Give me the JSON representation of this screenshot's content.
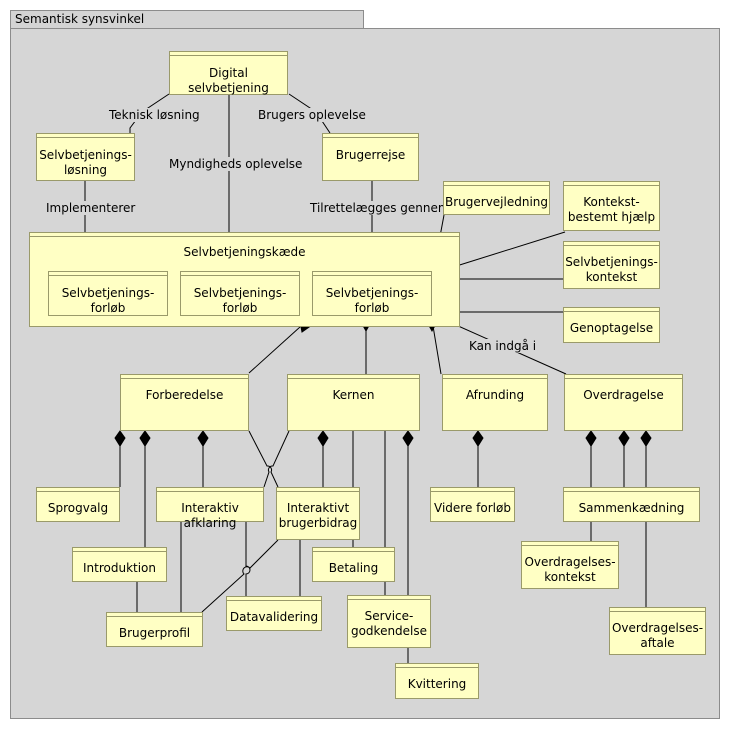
{
  "frame": {
    "title": "Semantisk synsvinkel"
  },
  "nodes": {
    "digital": "Digital selvbetjening",
    "losning": "Selvbetjenings-\nløsning",
    "brugerrejse": "Brugerrejse",
    "kaede": "Selvbetjeningskæde",
    "forlob1": "Selvbetjenings-\nforløb",
    "forlob2": "Selvbetjenings-\nforløb",
    "forlob3": "Selvbetjenings-\nforløb",
    "brugervejledning": "Brugervejledning",
    "kontekst_hjaelp": "Kontekst-\nbestemt hjælp",
    "selv_kontekst": "Selvbetjenings-\nkontekst",
    "genoptagelse": "Genoptagelse",
    "forberedelse": "Forberedelse",
    "kernen": "Kernen",
    "afrunding": "Afrunding",
    "overdragelse": "Overdragelse",
    "sprogvalg": "Sprogvalg",
    "interaktiv_afklaring": "Interaktiv afklaring",
    "interaktivt_bidrag": "Interaktivt\nbrugerbidrag",
    "videre_forlob": "Videre forløb",
    "sammenkaedning": "Sammenkædning",
    "introduktion": "Introduktion",
    "betaling": "Betaling",
    "overdragelses_kontekst": "Overdragelses-\nkontekst",
    "brugerprofil": "Brugerprofil",
    "datavalidering": "Datavalidering",
    "service_godkendelse": "Service-\ngodkendelse",
    "overdragelses_aftale": "Overdragelses-\naftale",
    "kvittering": "Kvittering"
  },
  "edge_labels": {
    "teknisk": "Teknisk  løsning",
    "brugers": "Brugers oplevelse",
    "myndigheds": "Myndigheds oplevelse",
    "implementerer": "Implementerer",
    "tilrettelaegges": "Tilrettelægges gennem",
    "kan_indga": "Kan indgå i"
  }
}
